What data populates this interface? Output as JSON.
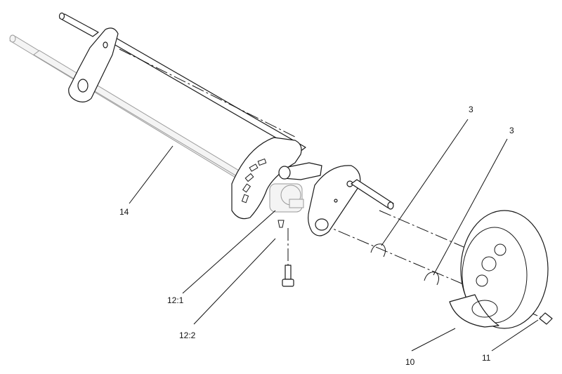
{
  "diagram": {
    "callouts": [
      {
        "id": "14",
        "text": "14"
      },
      {
        "id": "3a",
        "text": "3"
      },
      {
        "id": "3b",
        "text": "3"
      },
      {
        "id": "12_1",
        "text": "12:1"
      },
      {
        "id": "12_2",
        "text": "12:2"
      },
      {
        "id": "10",
        "text": "10"
      },
      {
        "id": "11",
        "text": "11"
      }
    ]
  }
}
